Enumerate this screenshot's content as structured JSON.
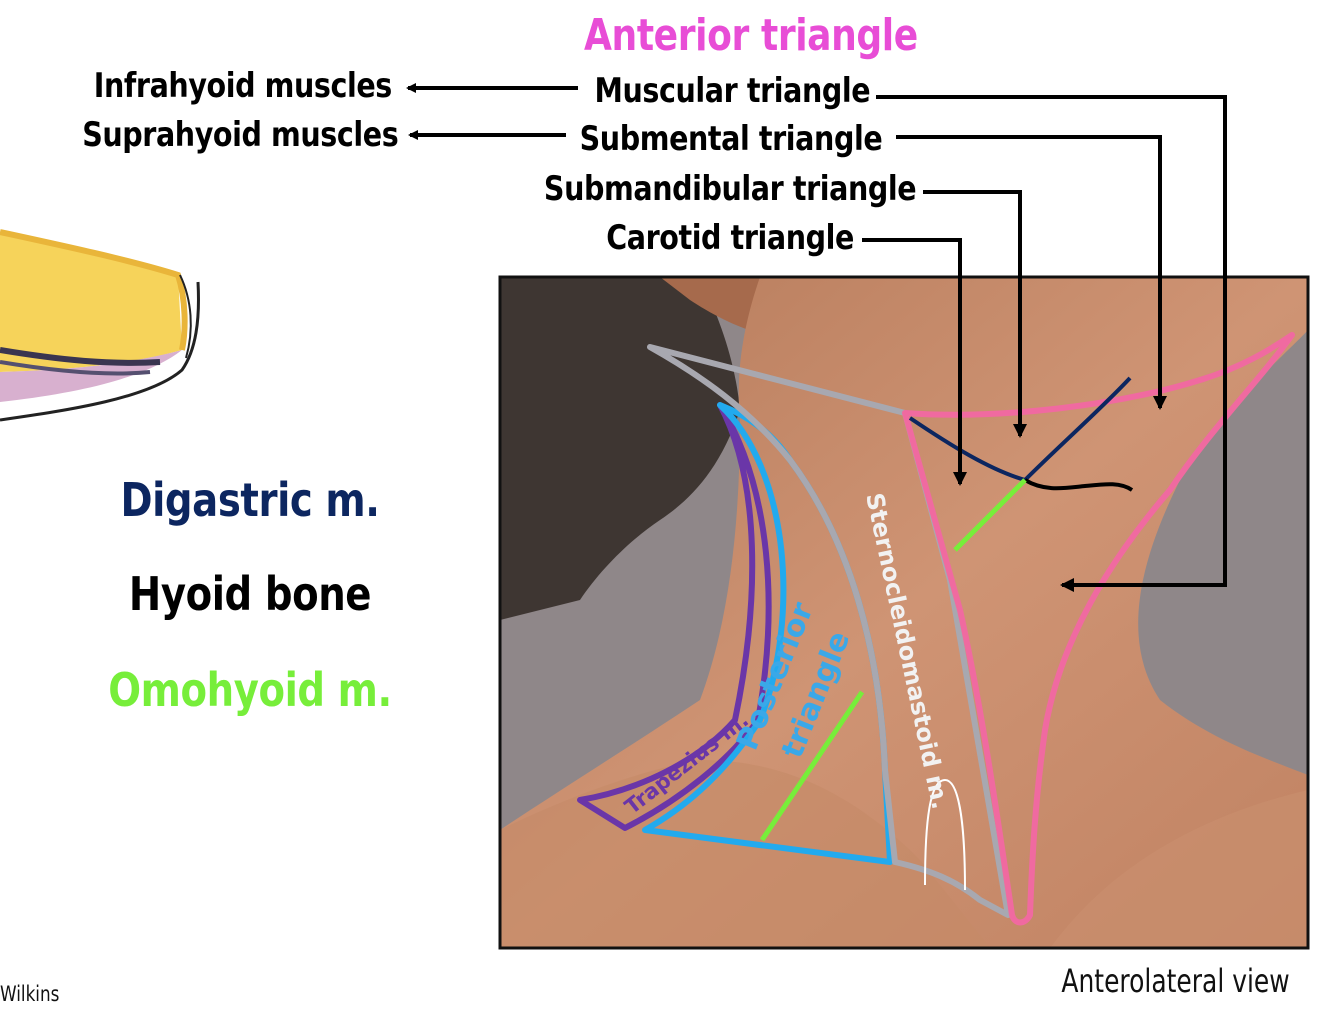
{
  "header": {
    "title": "Anterior triangle"
  },
  "triangles": {
    "muscular": "Muscular triangle",
    "submental": "Submental triangle",
    "submandibular": "Submandibular triangle",
    "carotid": "Carotid triangle"
  },
  "muscle_groups": {
    "infrahyoid": "Infrahyoid muscles",
    "suprahyoid": "Suprahyoid muscles"
  },
  "legend": {
    "digastric": "Digastric m.",
    "hyoid": "Hyoid bone",
    "omohyoid": "Omohyoid m."
  },
  "photo_labels": {
    "scm": "Sternocleidomastoid m.",
    "posterior_1": "Posterior",
    "posterior_2": "triangle",
    "trapezius": "Trapezius m."
  },
  "caption": "Anterolateral view",
  "credit": "Wilkins",
  "colors": {
    "anterior": "#e84dd6",
    "digastric": "#0c2660",
    "hyoid": "#000000",
    "omohyoid": "#77ee3a",
    "pink_outline": "#f06aa0",
    "scm_outline": "#a8a8b0",
    "posterior_outline": "#22aaee",
    "trapezius_outline": "#6a36a8",
    "skin": "#c98c6c",
    "background_grey": "#8e8688"
  }
}
